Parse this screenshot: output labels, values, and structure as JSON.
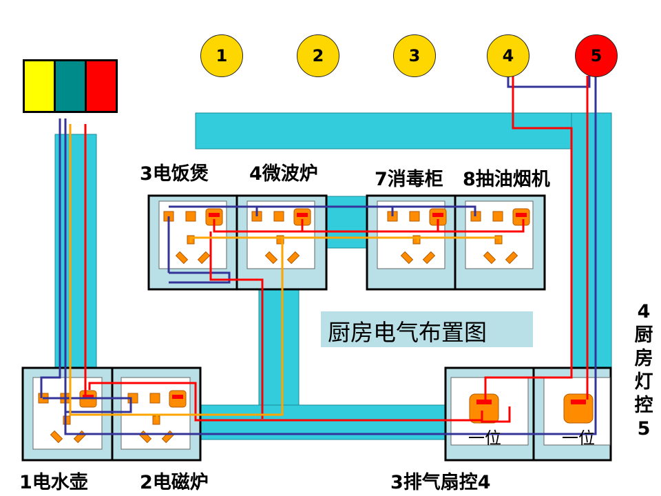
{
  "circles": [
    {
      "label": "1",
      "color": "#ffd700"
    },
    {
      "label": "2",
      "color": "#ffd700"
    },
    {
      "label": "3",
      "color": "#ffd700"
    },
    {
      "label": "4",
      "color": "#ffd700"
    },
    {
      "label": "5",
      "color": "#ff0000"
    }
  ],
  "legend_colors": [
    "#ffff00",
    "#008b8b",
    "#ff0000"
  ],
  "labels": {
    "rice_cooker": "3电饭煲",
    "microwave": "4微波炉",
    "sterilizer": "7消毒柜",
    "range_hood": "8抽油烟机",
    "kettle": "1电水壶",
    "induction": "2电磁炉",
    "fan_control": "3排气扇控4",
    "title": "厨房电气布置图",
    "single_gang_1": "一位",
    "single_gang_2": "一位"
  },
  "vertical_label": [
    "4",
    "厨",
    "房",
    "灯",
    "控",
    "5"
  ],
  "colors": {
    "conduit": "#33ccdd",
    "panel": "#b8e0e6",
    "outlet": "#ff8c00",
    "live": "#ff0000",
    "neutral": "#333399",
    "earth": "#ffa500"
  }
}
